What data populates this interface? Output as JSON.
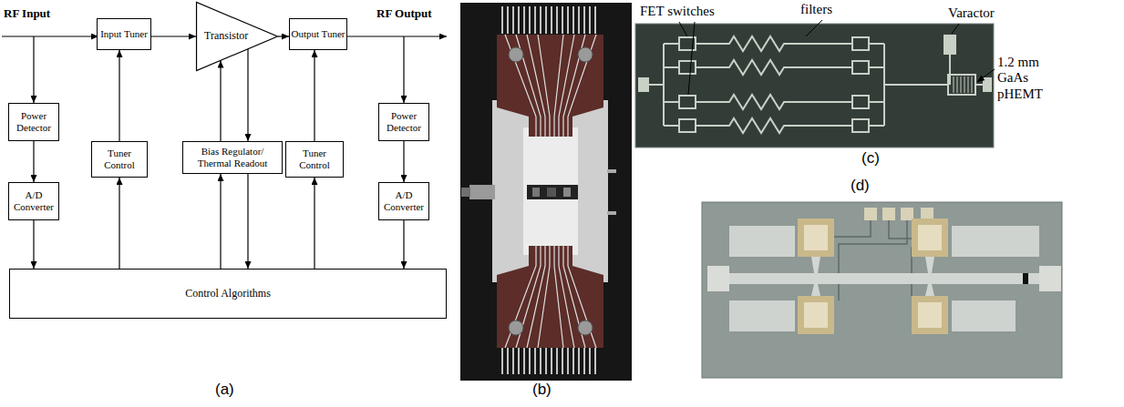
{
  "diagram": {
    "nodes": [
      {
        "text": [
          "Input Tuner"
        ]
      },
      {
        "text": [
          "Transistor"
        ]
      },
      {
        "text": [
          "Output Tuner"
        ]
      },
      {
        "text": [
          "Power Detector"
        ]
      },
      {
        "text": [
          "Tuner Control"
        ]
      },
      {
        "text": [
          "Bias Regulator/ Thermal Readout"
        ]
      },
      {
        "text": [
          "Tuner Control"
        ]
      },
      {
        "text": [
          "Power Detector"
        ]
      },
      {
        "text": [
          "A/D Converter"
        ]
      },
      {
        "text": [
          "A/D Converter"
        ]
      },
      {
        "text": [
          "Control Algorithms"
        ]
      }
    ],
    "edges": [
      {
        "from": 0,
        "to": 1,
        "arrow": "to"
      },
      {
        "from": 1,
        "to": 2,
        "arrow": "to"
      },
      {
        "from": 3,
        "to": 8,
        "arrow": "to"
      },
      {
        "from": 8,
        "to": 10,
        "arrow": "to"
      },
      {
        "from": 10,
        "to": 4,
        "arrow": "to"
      },
      {
        "from": 4,
        "to": 0,
        "arrow": "to"
      },
      {
        "from": 10,
        "to": 5,
        "arrow": "to"
      },
      {
        "from": 5,
        "to": 10,
        "arrow": "to"
      },
      {
        "from": 5,
        "to": 1,
        "arrow": "to"
      },
      {
        "from": 1,
        "to": 5,
        "arrow": "to"
      },
      {
        "from": 10,
        "to": 6,
        "arrow": "to"
      },
      {
        "from": 6,
        "to": 2,
        "arrow": "to"
      },
      {
        "from": 7,
        "to": 9,
        "arrow": "to"
      },
      {
        "from": 9,
        "to": 10,
        "arrow": "to"
      }
    ],
    "labels": [
      "RF Input",
      "RF Output",
      "(a)",
      "(b)",
      "FET switches",
      "filters",
      "Varactor",
      "1.2 mm GaAs pHEMT",
      "(c)",
      "(d)"
    ]
  }
}
